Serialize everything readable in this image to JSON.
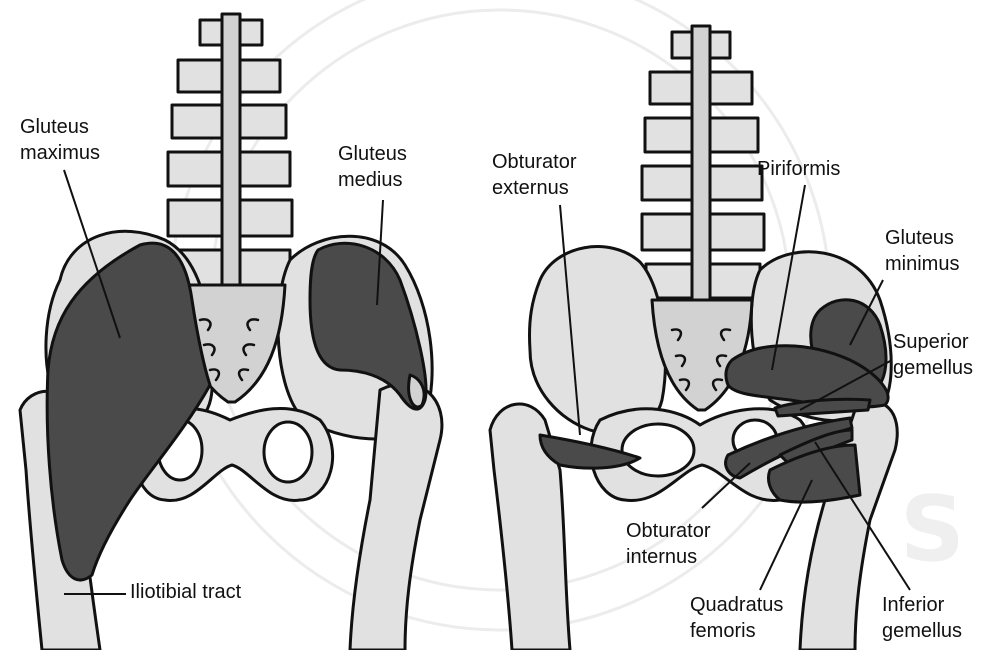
{
  "labels": {
    "gluteus_maximus": "Gluteus\nmaximus",
    "gluteus_medius": "Gluteus\nmedius",
    "iliotibial_tract": "Iliotibial tract",
    "obturator_externus": "Obturator\nexternus",
    "piriformis": "Piriformis",
    "gluteus_minimus": "Gluteus\nminimus",
    "superior_gemellus": "Superior\ngemellus",
    "obturator_internus": "Obturator\ninternus",
    "quadratus_femoris": "Quadratus\nfemoris",
    "inferior_gemellus": "Inferior\ngemellus"
  },
  "colors": {
    "bone": "#d2d2d2",
    "muscle": "#4a4a4a",
    "outline": "#111111",
    "background": "#ffffff"
  }
}
